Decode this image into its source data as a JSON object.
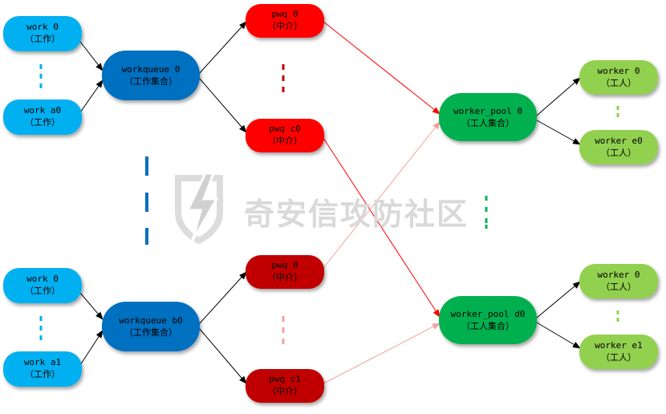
{
  "colors": {
    "work": "#00b0f0",
    "workqueue": "#0070c0",
    "pwq_bright": "#ff0000",
    "pwq_dark": "#c00000",
    "pool": "#00b050",
    "worker": "#92d050",
    "arrow_black": "#000000",
    "arrow_red": "#ff0000",
    "arrow_faint": "#f4a0a0",
    "watermark": "#d9d9d9"
  },
  "watermark": {
    "text": "奇安信攻防社区",
    "icon": "lightning-shield-logo"
  },
  "nodes": {
    "work_0_top": {
      "line1": "work 0",
      "line2": "（工作）"
    },
    "work_a0": {
      "line1": "work a0",
      "line2": "（工作）"
    },
    "work_0_bottom": {
      "line1": "work 0",
      "line2": "（工作）"
    },
    "work_a1": {
      "line1": "work a1",
      "line2": "（工作）"
    },
    "workqueue_0": {
      "line1": "workqueue 0",
      "line2": "（工作集合）"
    },
    "workqueue_b0": {
      "line1": "workqueue b0",
      "line2": "（工作集合）"
    },
    "pwq_0_top": {
      "line1": "pwq 0",
      "line2": "（中介）"
    },
    "pwq_c0": {
      "line1": "pwq c0",
      "line2": "（中介）"
    },
    "pwq_0_bottom": {
      "line1": "pwq 0",
      "line2": "（中介）"
    },
    "pwq_c1": {
      "line1": "pwq c1",
      "line2": "（中介）"
    },
    "worker_pool_0": {
      "line1": "worker_pool 0",
      "line2": "（工人集合）"
    },
    "worker_pool_d0": {
      "line1": "worker_pool d0",
      "line2": "（工人集合）"
    },
    "worker_0_top": {
      "line1": "worker 0",
      "line2": "（工人）"
    },
    "worker_e0": {
      "line1": "worker e0",
      "line2": "（工人）"
    },
    "worker_0_bottom": {
      "line1": "worker 0",
      "line2": "（工人）"
    },
    "worker_e1": {
      "line1": "worker e1",
      "line2": "（工人）"
    }
  }
}
